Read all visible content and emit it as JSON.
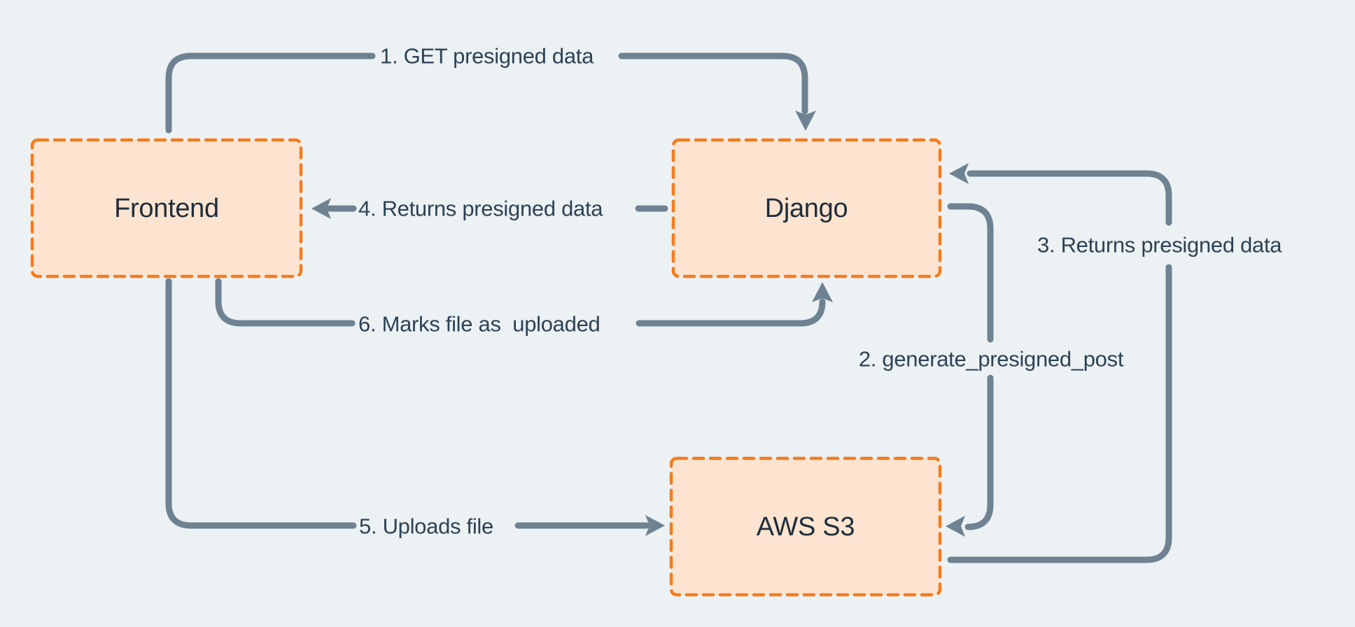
{
  "theme": {
    "bg": "#ecf1f4",
    "node-fill": "#fce4d1",
    "node-border": "#f47c1d",
    "arrow": "#6e8292",
    "edge-label-color": "#2d4254",
    "node-label-color": "#1f2d3a"
  },
  "diagram": {
    "type": "flow-diagram",
    "nodes": [
      {
        "id": "frontend",
        "label": "Frontend"
      },
      {
        "id": "django",
        "label": "Django"
      },
      {
        "id": "aws-s3",
        "label": "AWS S3"
      }
    ],
    "edges": [
      {
        "step": "1",
        "label": "1. GET presigned data",
        "from": "frontend",
        "to": "django"
      },
      {
        "step": "2",
        "label": "2. generate_presigned_post",
        "from": "django",
        "to": "aws-s3"
      },
      {
        "step": "3",
        "label": "3. Returns presigned data",
        "from": "aws-s3",
        "to": "django"
      },
      {
        "step": "4",
        "label": "4. Returns presigned data",
        "from": "django",
        "to": "frontend"
      },
      {
        "step": "5",
        "label": "5. Uploads file",
        "from": "frontend",
        "to": "aws-s3"
      },
      {
        "step": "6",
        "label": "6. Marks file as  uploaded",
        "from": "frontend",
        "to": "django"
      }
    ]
  }
}
